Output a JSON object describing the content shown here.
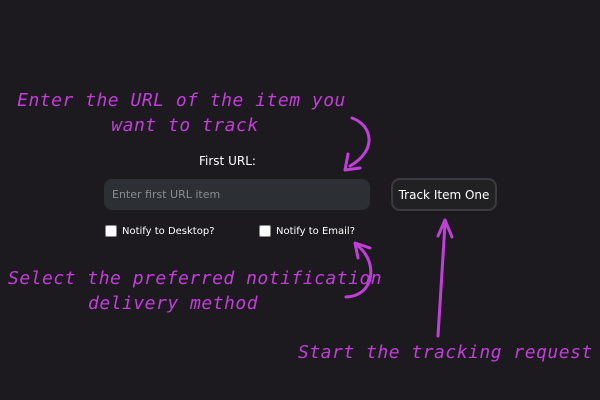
{
  "form": {
    "url_label": "First URL:",
    "url_placeholder": "Enter first URL item",
    "url_value": "",
    "track_button_label": "Track Item One",
    "notify_desktop_label": "Notify to Desktop?",
    "notify_email_label": "Notify to Email?",
    "notify_desktop_checked": false,
    "notify_email_checked": false
  },
  "annotations": {
    "url_line1": "Enter the URL of the item you",
    "url_line2": "want to track",
    "notify_line1": "Select the preferred notification",
    "notify_line2": "delivery method",
    "track_line1": "Start the tracking request"
  },
  "colors": {
    "background": "#1c1a1e",
    "annotation": "#c23ed9",
    "input_background": "#2c2f34",
    "text": "#ffffff"
  }
}
